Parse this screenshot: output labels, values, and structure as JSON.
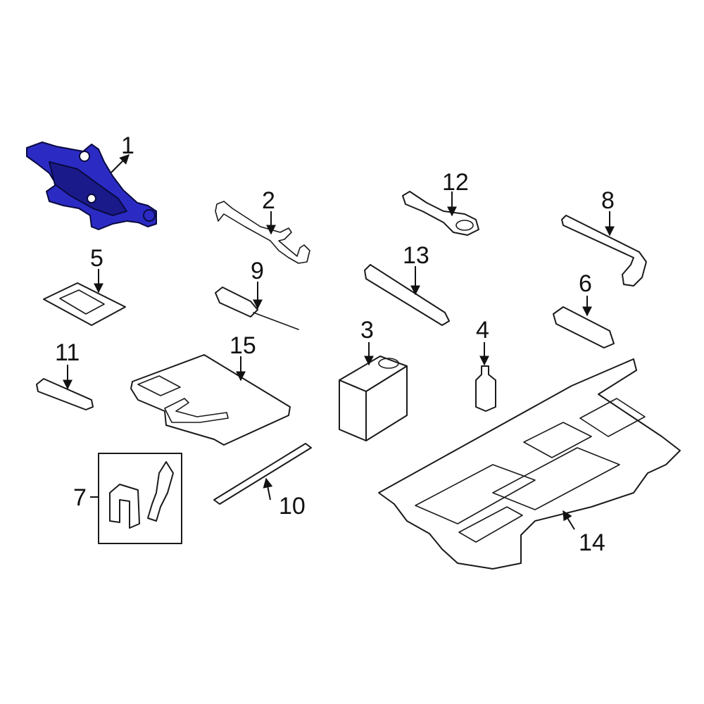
{
  "colors": {
    "highlight": "#2b2bc4",
    "highlight_dark": "#1a1a8a",
    "line": "#1a1a1a",
    "background": "#ffffff"
  },
  "callouts": {
    "c1": "1",
    "c2": "2",
    "c3": "3",
    "c4": "4",
    "c5": "5",
    "c6": "6",
    "c7": "7",
    "c8": "8",
    "c9": "9",
    "c10": "10",
    "c11": "11",
    "c12": "12",
    "c13": "13",
    "c14": "14",
    "c15": "15"
  },
  "highlighted_part": "1"
}
